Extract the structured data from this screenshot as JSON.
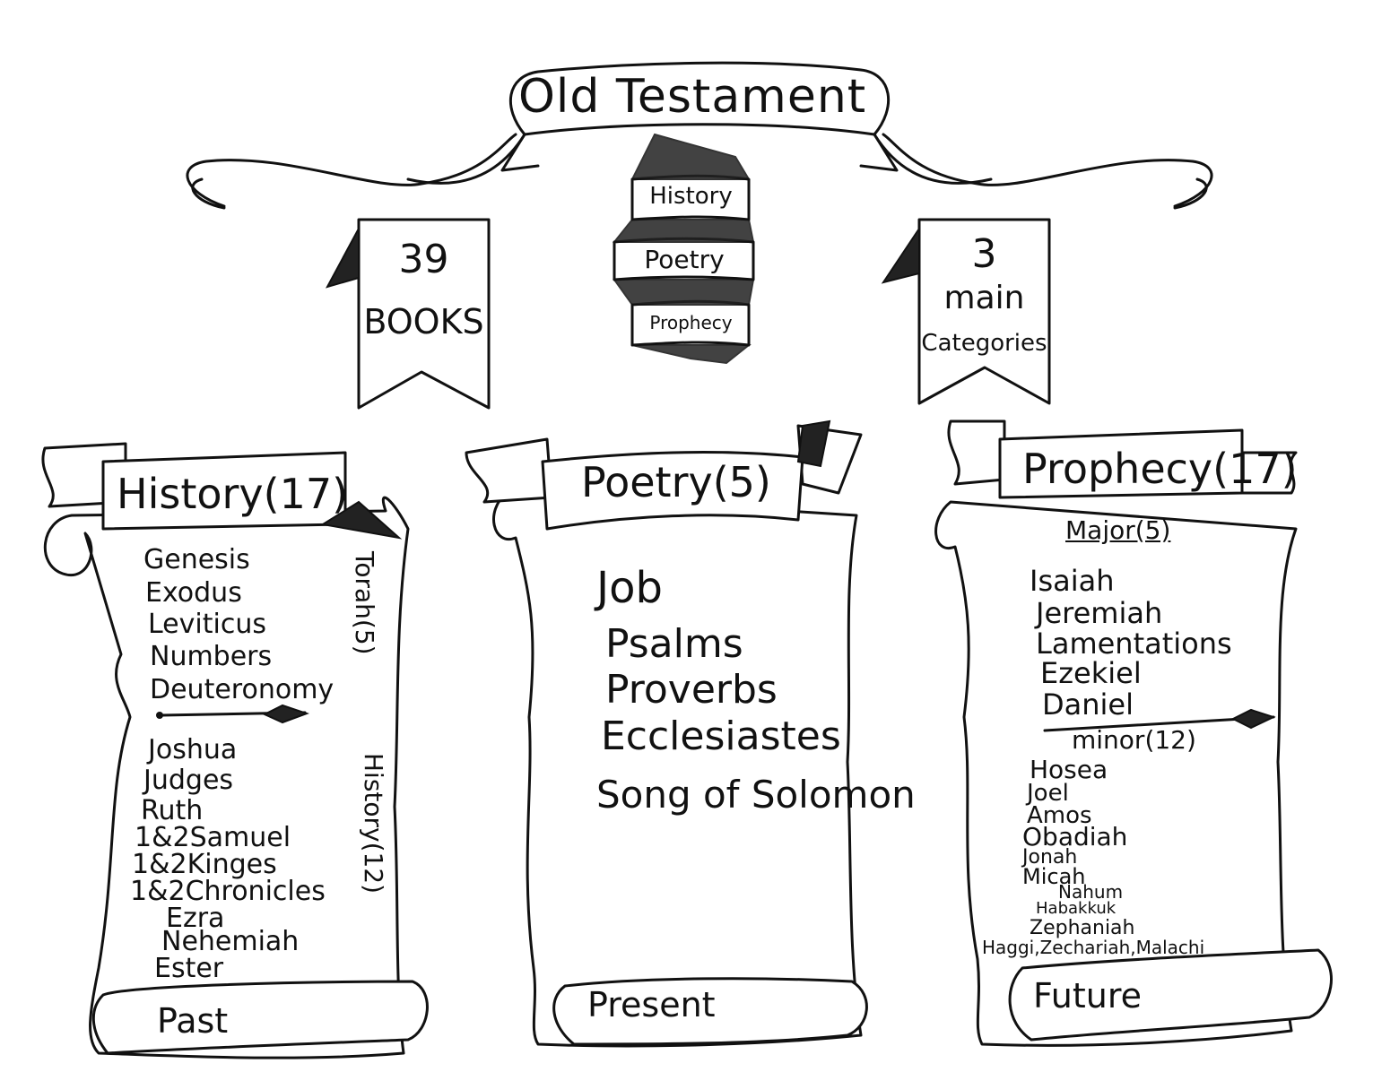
{
  "title": "Old Testament",
  "ribbon_center": {
    "items": [
      "History",
      "Poetry",
      "Prophecy"
    ]
  },
  "flag_left": {
    "line1": "39",
    "line2": "BOOKS"
  },
  "flag_right": {
    "line1": "3",
    "line2": "main",
    "line3": "Categories"
  },
  "history": {
    "title": "History(17)",
    "torah_label": "Torah(5)",
    "history_label": "History(12)",
    "torah": [
      "Genesis",
      "Exodus",
      "Leviticus",
      "Numbers",
      "Deuteronomy"
    ],
    "books": [
      "Joshua",
      "Judges",
      "Ruth",
      "1&2Samuel",
      "1&2Kinges",
      "1&2Chronicles",
      "Ezra",
      "Nehemiah",
      "Ester"
    ],
    "era": "Past"
  },
  "poetry": {
    "title": "Poetry(5)",
    "books": [
      "Job",
      "Psalms",
      "Proverbs",
      "Ecclesiastes",
      "Song of Solomon"
    ],
    "era": "Present"
  },
  "prophecy": {
    "title": "Prophecy(17)",
    "major_label": "Major(5)",
    "major": [
      "Isaiah",
      "Jeremiah",
      "Lamentations",
      "Ezekiel",
      "Daniel"
    ],
    "minor_label": "minor(12)",
    "minor": [
      "Hosea",
      "Joel",
      "Amos",
      "Obadiah",
      "Jonah",
      "Micah",
      "Nahum",
      "Habakkuk",
      "Zephaniah"
    ],
    "minor_last": "Haggi,Zechariah,Malachi",
    "era": "Future"
  }
}
